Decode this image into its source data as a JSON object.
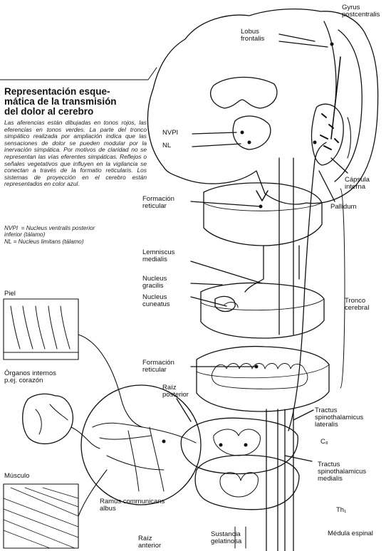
{
  "title": "Representación esque-\nmática de la transmisión\ndel dolor al cerebro",
  "description": "Las aferencias están dibujadas en tonos rojos, las eferencias en tonos verdes. La parte del tronco simpático realizada por ampliación indica que las sensaciones de dolor se pueden modular por la inervación simpática. Por motivos de claridad no se representan las vías eferentes simpáticas. Reflejos o señales vegetativos que influyen en la vigilancia se conectan a través de la formatio reticularis. Los sistemas de proyección en el cerebro están representados en color azul.",
  "legend": [
    "NVPI  = Nucleus ventralis posterior\ninferior (tálamo)",
    "NL = Nucleus limitans (tálamo)"
  ],
  "labels": {
    "gyrus": "Gyrus\npostcentralis",
    "lobus": "Lobus\nfrontalis",
    "nvpi": "NVPI",
    "nl": "NL",
    "capsula": "Cápsula\ninterna",
    "pallidum": "Pallidum",
    "formacion1": "Formación\nreticular",
    "lemniscus": "Lemniscus\nmedialis",
    "gracilis": "Nucleus\ngracilis",
    "cuneatus": "Nucleus\ncuneatus",
    "tronco": "Tronco\ncerebral",
    "formacion2": "Formación\nreticular",
    "raiz_post": "Raíz\nposterior",
    "piel": "Piel",
    "organos": "Órganos internos\np.ej. corazón",
    "musculo": "Músculo",
    "tractus_lat": "Tractus\nspinothalamicus\nlateralis",
    "c8": "C₈",
    "tractus_med": "Tractus\nspinothalamicus\nmedialis",
    "th1": "Th₁",
    "medula": "Médula espinal",
    "ramus": "Ramus communicans\nalbus",
    "raiz_ant": "Raíz\nanterior",
    "sustancia": "Sustancia\ngelatinosa"
  }
}
